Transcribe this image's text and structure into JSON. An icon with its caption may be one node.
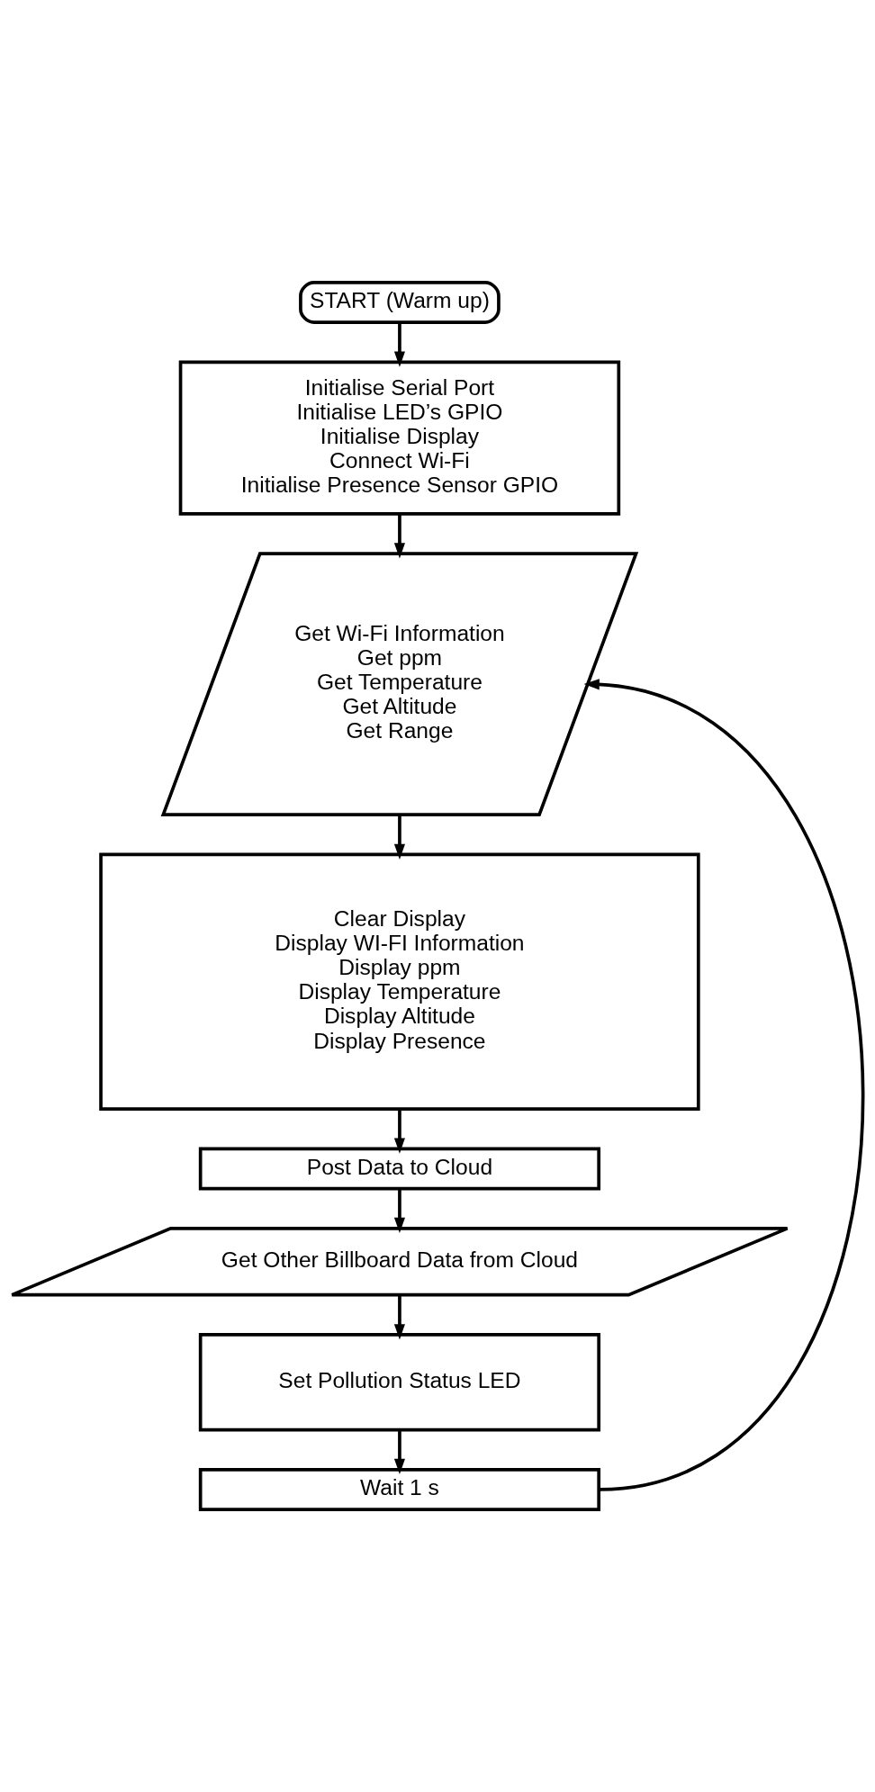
{
  "diagram": {
    "nodes": [
      {
        "text": [
          "START (Warm up)"
        ]
      },
      {
        "text": [
          "Initialise Serial Port",
          "Initialise LED’s GPIO",
          "Initialise Display",
          "Connect Wi-Fi",
          "Initialise Presence Sensor GPIO"
        ]
      },
      {
        "text": [
          "Get Wi-Fi Information",
          "Get ppm",
          "Get Temperature",
          "Get Altitude",
          "Get Range"
        ]
      },
      {
        "text": [
          "Clear Display",
          "Display WI-FI Information",
          "Display ppm",
          "Display Temperature",
          "Display Altitude",
          "Display Presence"
        ]
      },
      {
        "text": [
          "Post Data to Cloud"
        ]
      },
      {
        "text": [
          "Get Other Billboard Data from Cloud"
        ]
      },
      {
        "text": [
          "Set Pollution Status LED"
        ]
      },
      {
        "text": [
          "Wait 1 s"
        ]
      }
    ],
    "edges": [
      {
        "from": 0,
        "to": 1,
        "arrow": "to"
      },
      {
        "from": 1,
        "to": 2,
        "arrow": "to"
      },
      {
        "from": 2,
        "to": 3,
        "arrow": "to"
      },
      {
        "from": 3,
        "to": 4,
        "arrow": "to"
      },
      {
        "from": 4,
        "to": 5,
        "arrow": "to"
      },
      {
        "from": 5,
        "to": 6,
        "arrow": "to"
      },
      {
        "from": 6,
        "to": 7,
        "arrow": "to"
      },
      {
        "from": 7,
        "to": 2,
        "arrow": "to"
      }
    ]
  }
}
